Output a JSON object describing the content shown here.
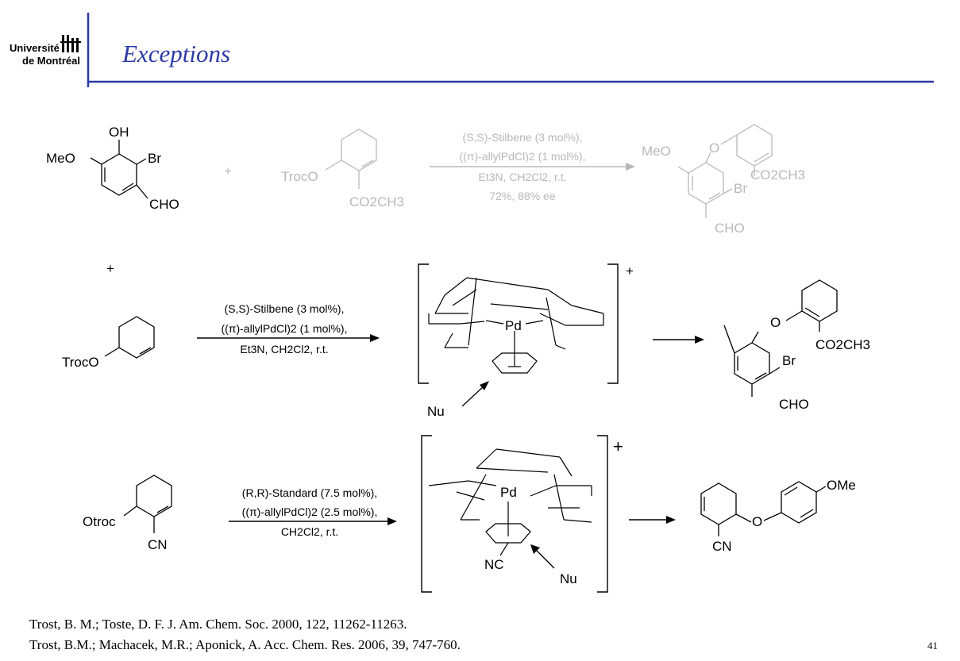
{
  "header": {
    "logo_line1": "Université",
    "logo_line2": "de Montréal",
    "title": "Exceptions",
    "accent_color": "#2b3aa5"
  },
  "scheme1": {
    "reactant_oh": "OH",
    "reactant_meo": "MeO",
    "reactant_br": "Br",
    "reactant_cho": "CHO",
    "plus": "+",
    "reagent_troco": "TrocO",
    "reagent_co2ch3": "CO2CH3",
    "cond1": "(S,S)-Stilbene (3 mol%),",
    "cond2": "((π)-allylPdCl)2 (1 mol%),",
    "cond3": "Et3N, CH2Cl2, r.t.",
    "cond4": "72%, 88% ee",
    "prod_meo": "MeO",
    "prod_o": "O",
    "prod_co2ch3": "CO2CH3",
    "prod_br": "Br",
    "prod_cho": "CHO",
    "faded_color": "#b8b8b8"
  },
  "scheme2": {
    "plus": "+",
    "reagent_troco": "TrocO",
    "cond1": "(S,S)-Stilbene (3 mol%),",
    "cond2": "((π)-allylPdCl)2 (1 mol%),",
    "cond3": "Et3N, CH2Cl2, r.t.",
    "pd": "Pd",
    "charge": "+",
    "nu": "Nu",
    "prod_o": "O",
    "prod_co2ch3": "CO2CH3",
    "prod_br": "Br",
    "prod_cho": "CHO"
  },
  "scheme3": {
    "reagent_otroc": "Otroc",
    "reagent_cn": "CN",
    "cond1": "(R,R)-Standard (7.5 mol%),",
    "cond2": "((π)-allylPdCl)2 (2.5 mol%),",
    "cond3": "CH2Cl2, r.t.",
    "pd": "Pd",
    "nc": "NC",
    "charge": "+",
    "nu": "Nu",
    "prod_o": "O",
    "prod_ome": "OMe",
    "prod_cn": "CN"
  },
  "references": {
    "ref1": "Trost, B. M.; Toste, D. F. J. Am. Chem. Soc. 2000, 122, 11262-11263.",
    "ref2": "Trost, B.M.; Machacek, M.R.; Aponick, A. Acc. Chem. Res. 2006, 39, 747-760."
  },
  "page_number": "41"
}
